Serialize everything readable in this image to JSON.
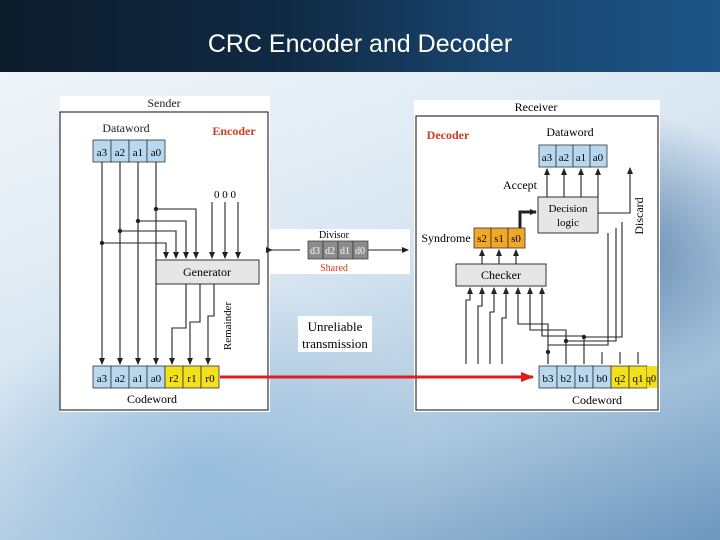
{
  "slide": {
    "title": "CRC Encoder and Decoder"
  },
  "sender": {
    "label": "Sender",
    "encoder": "Encoder",
    "dataword": "Dataword",
    "dataword_bits": [
      "a3",
      "a2",
      "a1",
      "a0"
    ],
    "zeros": "0 0 0",
    "generator": "Generator",
    "remainder": "Remainder",
    "codeword": "Codeword",
    "codeword_bits": [
      "a3",
      "a2",
      "a1",
      "a0",
      "r2",
      "r1",
      "r0"
    ]
  },
  "divisor": {
    "label": "Divisor",
    "bits": [
      "d3",
      "d2",
      "d1",
      "d0"
    ],
    "shared": "Shared"
  },
  "channel": {
    "line1": "Unreliable",
    "line2": "transmission"
  },
  "receiver": {
    "label": "Receiver",
    "decoder": "Decoder",
    "dataword": "Dataword",
    "dataword_bits": [
      "a3",
      "a2",
      "a1",
      "a0"
    ],
    "accept": "Accept",
    "decision_line1": "Decision",
    "decision_line2": "logic",
    "discard": "Discard",
    "syndrome": "Syndrome",
    "syndrome_bits": [
      "s2",
      "s1",
      "s0"
    ],
    "checker": "Checker",
    "codeword": "Codeword",
    "codeword_bits": [
      "b3",
      "b2",
      "b1",
      "b0",
      "q2",
      "q1",
      "q0"
    ]
  },
  "colors": {
    "data_cell": "#b8d8ef",
    "redundant_cell": "#f2e01c",
    "syndrome_cell": "#f1a828",
    "divisor_cell": "#8c8c8c",
    "encoder_label": "#d23a1e",
    "arrow": "#e01e1e"
  }
}
